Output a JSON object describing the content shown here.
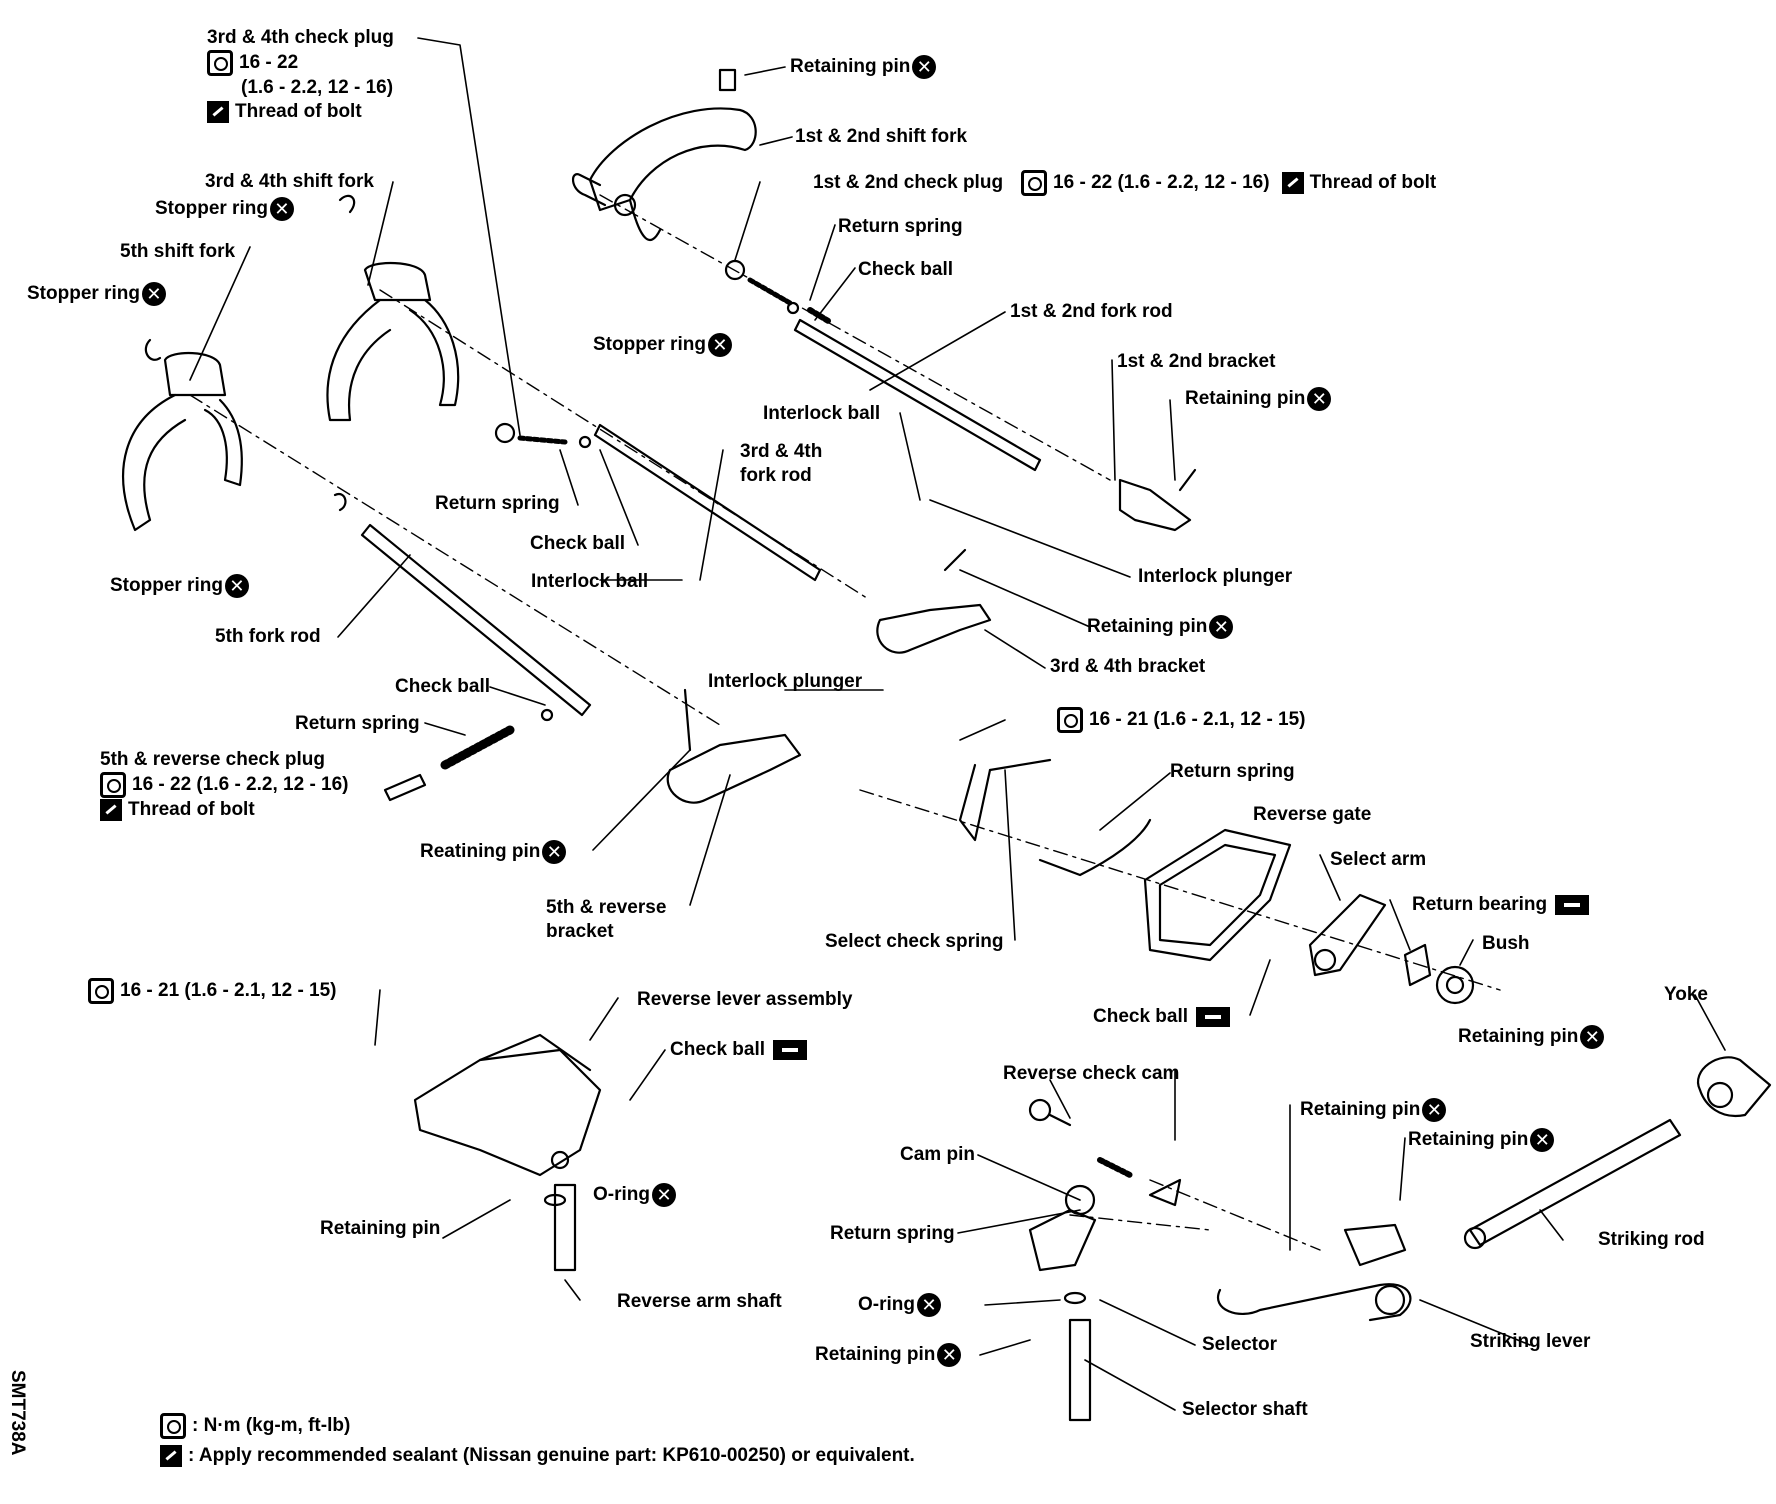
{
  "labels": {
    "l34_check_plug": "3rd & 4th check plug",
    "l34_check_plug_torque": "16 - 22",
    "l34_check_plug_units": "(1.6 - 2.2, 12 - 16)",
    "l34_check_plug_sealant": "Thread of bolt",
    "retaining_pin_top": "Retaining pin",
    "fork_12": "1st & 2nd shift fork",
    "check_plug_12": "1st & 2nd check plug",
    "check_plug_12_torque": "16 - 22 (1.6 - 2.2, 12 - 16)",
    "check_plug_12_sealant": "Thread  of bolt",
    "fork_34": "3rd & 4th shift fork",
    "stopper_ring_a": "Stopper ring",
    "fork_5": "5th shift fork",
    "stopper_ring_b": "Stopper ring",
    "return_spring_a": "Return spring",
    "check_ball_a": "Check ball",
    "fork_rod_12": "1st & 2nd fork rod",
    "stopper_ring_c": "Stopper  ring",
    "bracket_12": "1st & 2nd bracket",
    "retaining_pin_b": "Retaining pin",
    "interlock_ball_a": "Interlock ball",
    "fork_rod_34_a": "3rd & 4th",
    "fork_rod_34_b": "fork rod",
    "return_spring_b": "Return spring",
    "check_ball_b": "Check ball",
    "interlock_plunger_a": "Interlock plunger",
    "stopper_ring_d": "Stopper  ring",
    "interlock_ball_b": "Interlock ball",
    "retaining_pin_c": "Retaining pin",
    "fork_rod_5": "5th fork rod",
    "bracket_34": "3rd & 4th bracket",
    "check_ball_c": "Check ball",
    "interlock_plunger_b": "Interlock plunger",
    "return_spring_c": "Return spring",
    "torque_16_21_a": "16 - 21 (1.6 - 2.1, 12 - 15)",
    "check_plug_5r": "5th & reverse check plug",
    "check_plug_5r_torque": "16 - 22 (1.6 - 2.2, 12 - 16)",
    "check_plug_5r_sealant": "Thread  of bolt",
    "return_spring_d": "Return spring",
    "reverse_gate": "Reverse gate",
    "retaining_pin_d": "Reatining  pin",
    "select_arm": "Select arm",
    "return_bearing": "Return bearing",
    "bracket_5r_a": "5th & reverse",
    "bracket_5r_b": "bracket",
    "bush": "Bush",
    "select_check_spring": "Select check spring",
    "torque_16_21_b": "16 - 21 (1.6 - 2.1, 12 - 15)",
    "reverse_lever_assembly": "Reverse lever assembly",
    "check_ball_d": "Check ball",
    "yoke": "Yoke",
    "retaining_pin_e": "Retaining   pin",
    "check_ball_e": "Check ball",
    "reverse_check_cam": "Reverse check cam",
    "retaining_pin_f": "Retaining pin",
    "retaining_pin_g": "Retaining pin",
    "cam_pin": "Cam pin",
    "o_ring_a": "O-ring",
    "retaining_pin_h": "Retaining pin",
    "return_spring_e": "Return spring",
    "striking_rod": "Striking rod",
    "reverse_arm_shaft": "Reverse arm shaft",
    "o_ring_b": "O-ring",
    "selector": "Selector",
    "striking_lever": "Striking lever",
    "retaining_pin_i": "Retaining pin",
    "selector_shaft": "Selector shaft"
  },
  "legend": {
    "torque": ":  N·m (kg-m, ft-lb)",
    "sealant": ":  Apply recommended sealant (Nissan genuine part: KP610-00250) or equivalent."
  },
  "figure_code": "SMT738A"
}
